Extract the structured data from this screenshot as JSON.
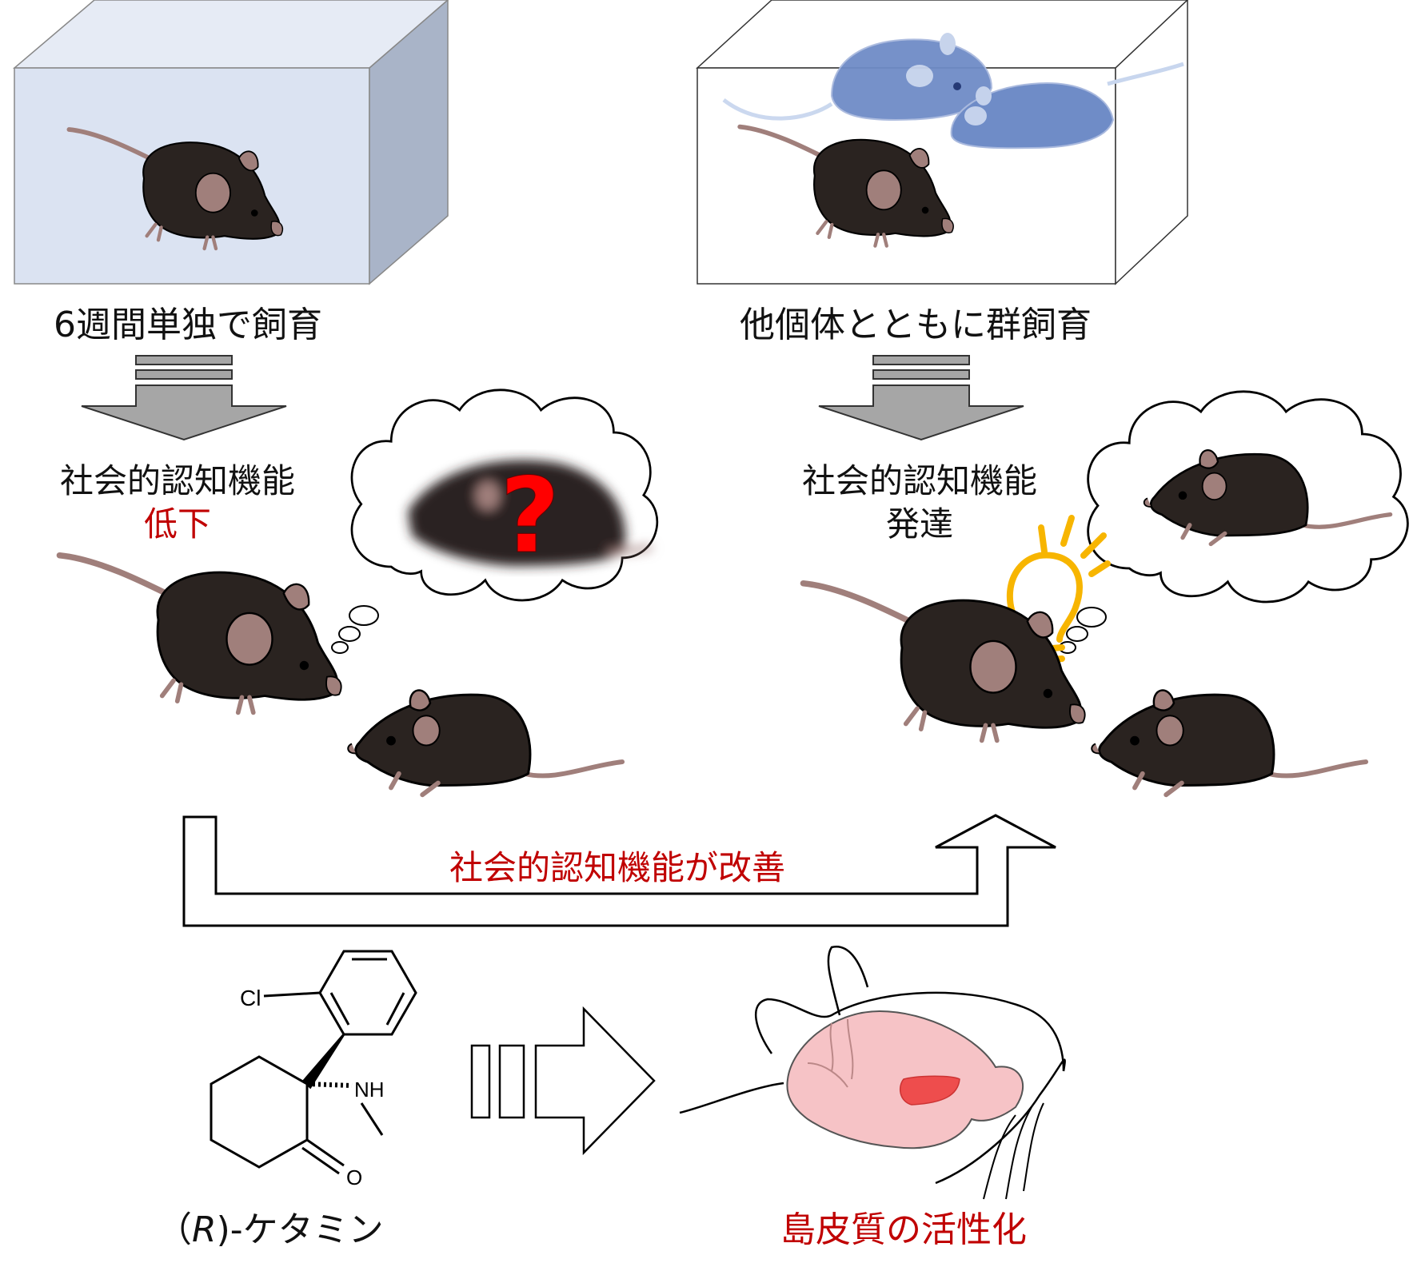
{
  "labels": {
    "isolated": "6週間単独で飼育",
    "group": "他個体とともに群飼育",
    "social_left": "社会的認知機能",
    "decline": "低下",
    "social_right": "社会的認知機能",
    "develop": "発達",
    "improve": "社会的認知機能が改善",
    "ketamine_paren_open": "（",
    "ketamine_R": "R",
    "ketamine_rest": ")-ケタミン",
    "insula": "島皮質の活性化",
    "question": "?"
  },
  "molecule": {
    "cl": "Cl",
    "nh": "NH",
    "o": "O"
  },
  "colors": {
    "box_front": "#dbe3f2",
    "box_side": "#a9b4c8",
    "mouse_body": "#2a2320",
    "mouse_pink": "#a07f7b",
    "blue_mouse": "#6f8cc7",
    "accent_red": "#c00000",
    "arrow_gray": "#a6a6a6",
    "bulb_yellow": "#f7b500",
    "brain_pink": "#f6c3c6",
    "insula_red": "#ee4d4d"
  },
  "icons": [
    "mouse-icon",
    "thought-cloud-icon",
    "lightbulb-icon",
    "brain-icon",
    "arrow-icon"
  ]
}
